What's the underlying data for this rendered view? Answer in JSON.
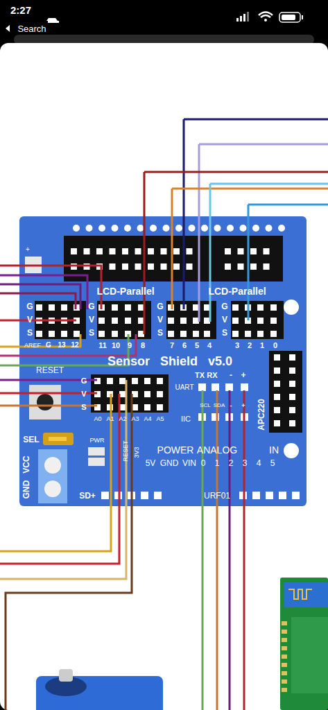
{
  "diagram": {
    "nodes": [
      {
        "text": [
          "Sensor Shield v5.0"
        ]
      }
    ],
    "labels": [
      "2:27",
      "Search",
      "LCD-Parallel",
      "LCD-Parallel",
      "G",
      "V",
      "S",
      "G",
      "V",
      "S",
      "G",
      "V",
      "S",
      "G",
      "V",
      "S",
      "AREF",
      "G",
      "13",
      "12",
      "11",
      "10",
      "9",
      "8",
      "7",
      "6",
      "5",
      "4",
      "3",
      "2",
      "1",
      "0",
      "RESET",
      "TX",
      "RX",
      "-",
      "+",
      "UART",
      "G",
      "V",
      "S",
      "A0",
      "A1",
      "A2",
      "A3",
      "A4",
      "A5",
      "IIC",
      "SCL",
      "SDA",
      "-",
      "+",
      "APC220",
      "SEL",
      "GND",
      "VCC",
      "PWR",
      "RESET",
      "3V3",
      "5V",
      "GND",
      "VIN",
      "POWER",
      "ANALOG",
      "IN",
      "0",
      "1",
      "2",
      "3",
      "4",
      "5",
      "SD+",
      "URF01",
      "+"
    ]
  }
}
